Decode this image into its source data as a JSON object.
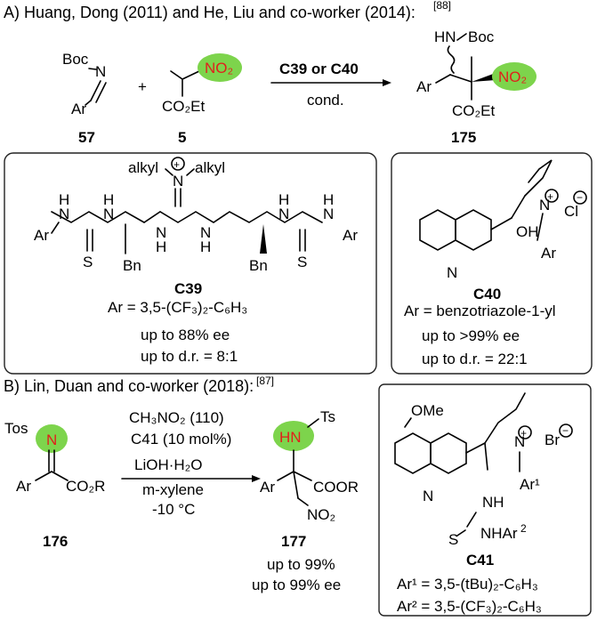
{
  "section_a": {
    "title": "A) Huang, Dong (2011) and He, Liu and co-worker (2014):",
    "ref": "[88]",
    "reactant1": {
      "label_number": "57",
      "boc": "Boc",
      "n": "N",
      "ar": "Ar"
    },
    "reactant2": {
      "label_number": "5",
      "nitro": "NO₂",
      "ester": "CO₂Et"
    },
    "plus": "+",
    "arrow_top": "C39 or C40",
    "arrow_bottom": "cond.",
    "product": {
      "label_number": "175",
      "hn": "HN",
      "boc": "Boc",
      "ar": "Ar",
      "nitro": "NO₂",
      "ester": "CO₂Et"
    },
    "catalyst_c39": {
      "name": "C39",
      "ar_def": "Ar = 3,5-(CF₃)₂-C₆H₃",
      "ee": "up to 88% ee",
      "dr": "up to d.r. = 8:1",
      "alkyl": "alkyl",
      "bn": "Bn"
    },
    "catalyst_c40": {
      "name": "C40",
      "ar_def": "Ar = benzotriazole-1-yl",
      "ee": "up to >99% ee",
      "dr": "up to d.r. = 22:1",
      "counterion": "Cl",
      "oh": "OH",
      "n": "N"
    }
  },
  "section_b": {
    "title": "B) Lin, Duan and co-worker (2018):",
    "ref": "[87]",
    "reactant": {
      "label_number": "176",
      "tos": "Tos",
      "n": "N",
      "ar": "Ar",
      "ester": "CO₂R"
    },
    "conditions": [
      "CH₃NO₂ (110)",
      "C41 (10 mol%)",
      "LiOH·H₂O",
      "m-xylene",
      "-10 °C"
    ],
    "product": {
      "label_number": "177",
      "hn": "HN",
      "ts": "Ts",
      "ar": "Ar",
      "ester": "COOR",
      "nitro": "NO₂",
      "yield": "up to 99%",
      "ee": "up to 99% ee"
    },
    "catalyst_c41": {
      "name": "C41",
      "ome": "OMe",
      "counterion": "Br",
      "nh": "NH",
      "nhar": "NHAr",
      "s": "S",
      "ar1_def": "Ar¹ = 3,5-(tBu)₂-C₆H₃",
      "ar2_def": "Ar² = 3,5-(CF₃)₂-C₆H₃"
    }
  },
  "colors": {
    "highlight": "#7dd44c",
    "nitro_text": "#e0201c",
    "text": "#000000"
  }
}
